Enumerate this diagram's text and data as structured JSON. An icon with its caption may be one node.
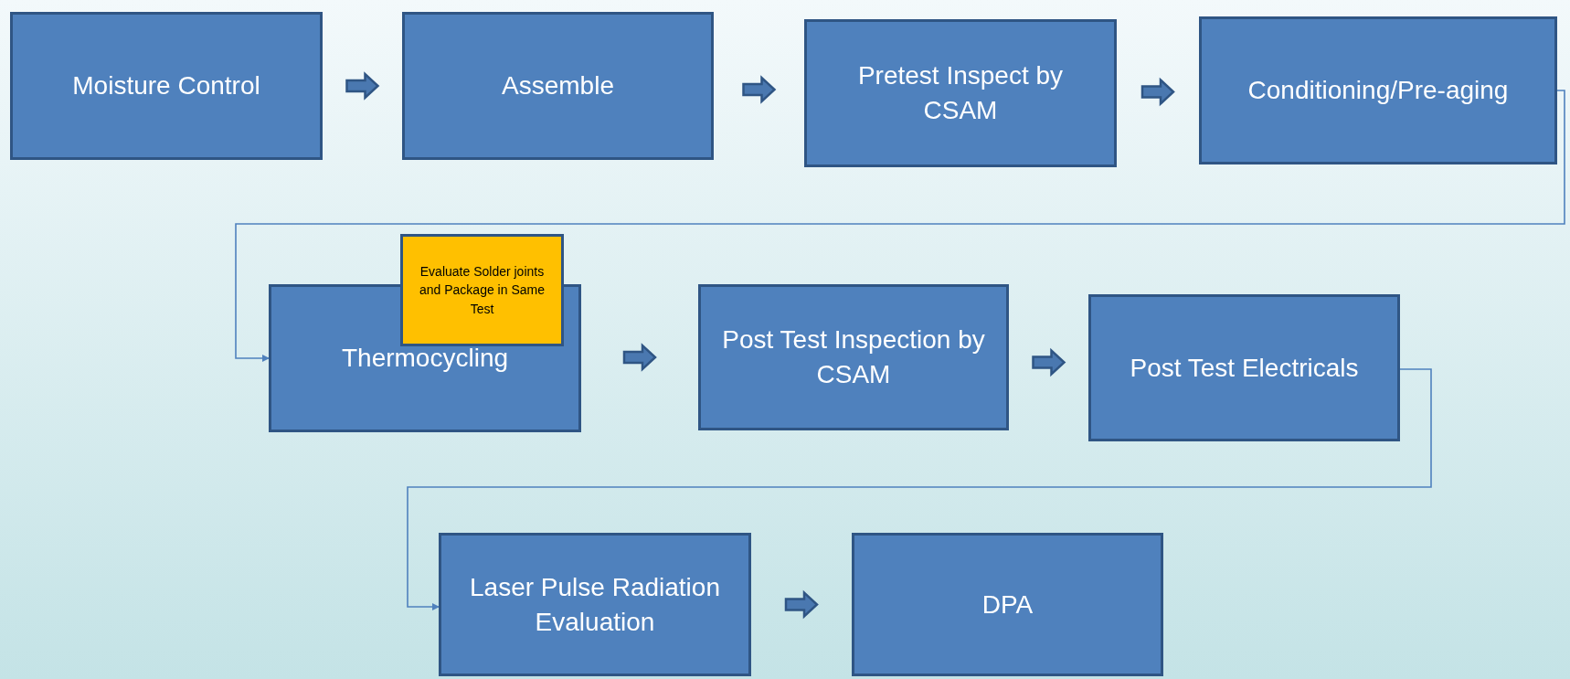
{
  "diagram": {
    "nodes": [
      {
        "text": [
          "Moisture Control"
        ]
      },
      {
        "text": [
          "Assemble"
        ]
      },
      {
        "text": [
          "Pretest Inspect by CSAM"
        ]
      },
      {
        "text": [
          "Conditioning/Pre-aging"
        ]
      },
      {
        "text": [
          "Evaluate Solder joints and Package in Same Test"
        ]
      },
      {
        "text": [
          "Thermocycling"
        ]
      },
      {
        "text": [
          "Post Test Inspection by CSAM"
        ]
      },
      {
        "text": [
          "Post Test Electricals"
        ]
      },
      {
        "text": [
          "Laser Pulse Radiation Evaluation"
        ]
      },
      {
        "text": [
          "DPA"
        ]
      }
    ],
    "edges": [
      {
        "from": 0,
        "to": 1,
        "arrow": "to"
      },
      {
        "from": 1,
        "to": 2,
        "arrow": "to"
      },
      {
        "from": 2,
        "to": 3,
        "arrow": "to"
      },
      {
        "from": 3,
        "to": 5,
        "arrow": "to"
      },
      {
        "from": 5,
        "to": 6,
        "arrow": "to"
      },
      {
        "from": 6,
        "to": 7,
        "arrow": "to"
      },
      {
        "from": 7,
        "to": 8,
        "arrow": "to"
      },
      {
        "from": 8,
        "to": 9,
        "arrow": "to"
      }
    ]
  }
}
